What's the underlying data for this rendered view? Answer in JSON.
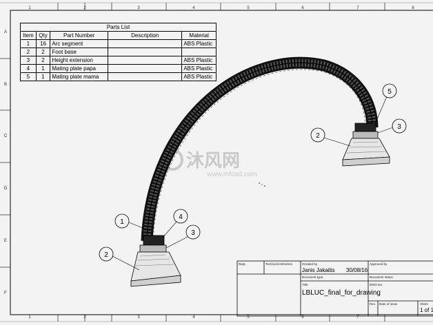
{
  "zones": {
    "columns": [
      "1",
      "2",
      "3",
      "4",
      "5",
      "6",
      "7",
      "8"
    ],
    "rows": [
      "A",
      "B",
      "C",
      "D",
      "E",
      "F"
    ]
  },
  "parts_list": {
    "title": "Parts List",
    "headers": [
      "Item",
      "Qty",
      "Part Number",
      "Description",
      "Material"
    ],
    "rows": [
      {
        "item": "1",
        "qty": "16",
        "part_number": "Arc segment",
        "description": "",
        "material": "ABS Plastic"
      },
      {
        "item": "2",
        "qty": "2",
        "part_number": "Foot base",
        "description": "",
        "material": ""
      },
      {
        "item": "3",
        "qty": "2",
        "part_number": "Height extension",
        "description": "",
        "material": "ABS Plastic"
      },
      {
        "item": "4",
        "qty": "1",
        "part_number": "Mating plate papa",
        "description": "",
        "material": "ABS Plastic"
      },
      {
        "item": "5",
        "qty": "1",
        "part_number": "Mating plate mama",
        "description": "",
        "material": "ABS Plastic"
      }
    ]
  },
  "balloons": {
    "left_1": "1",
    "left_4": "4",
    "left_3": "3",
    "left_2": "2",
    "right_5": "5",
    "right_3": "3",
    "right_2": "2"
  },
  "title_block": {
    "dept_label": "Dept.",
    "tech_ref_label": "Technical reference",
    "created_by_label": "Created by",
    "created_by": "Janis Jakaitis",
    "date": "30/08/16",
    "approved_by_label": "Approved by",
    "doc_type_label": "Document type",
    "doc_status_label": "Document status",
    "title_label": "Title",
    "title": "LBLUC_final_for_drawing",
    "dwg_no_label": "DWG No.",
    "rev_label": "Rev.",
    "date_of_issue_label": "Date of issue",
    "sheet_label": "Sheet",
    "sheet": "1 of 1"
  },
  "watermark": {
    "main": "沐风网",
    "sub": "www.mfcad.com"
  },
  "colors": {
    "line": "#000000",
    "paper": "#f3f3f3",
    "watermark": "#c9c9c9"
  }
}
